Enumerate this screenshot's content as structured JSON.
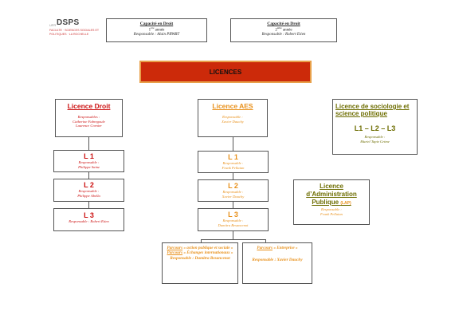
{
  "header": {
    "logo_prefix": "UFR",
    "logo_name": "DSPS",
    "logo_subtitle": "FACULTE · SCIENCES SOCIALES ET POLITIQUES · LA ROCHELLE"
  },
  "capacite_1": {
    "title": "Capacité en Droit",
    "year_num": "1",
    "year_sup": "ère",
    "year_word": "année",
    "resp": "Responsable : Alain PIPART"
  },
  "capacite_2": {
    "title": "Capacité en Droit",
    "year_num": "2",
    "year_sup": "ème",
    "year_word": "année",
    "resp": "Responsable : Robert Etien"
  },
  "banner": {
    "label": "LICENCES"
  },
  "droit": {
    "title": "Licence Droit",
    "resp_label": "Responsables :",
    "resp_1": "Catherine Fabregoule",
    "resp_2": "Laurence Cornier",
    "l1": {
      "label": "L 1",
      "resp_label": "Responsable :",
      "resp": "Philippe Sainz"
    },
    "l2": {
      "label": "L 2",
      "resp_label": "Responsable :",
      "resp": "Philippe Abella"
    },
    "l3": {
      "label": "L 3",
      "resp": "Responsable : Robert Etien"
    }
  },
  "aes": {
    "title": "Licence AES",
    "resp_label": "Responsable :",
    "resp_1": "Xavier Dauchy",
    "l1": {
      "label": "L 1",
      "resp_label": "Responsable :",
      "resp": "Frank Pellatan"
    },
    "l2": {
      "label": "L 2",
      "resp_label": "Responsable :",
      "resp": "Xavier Dauchy"
    },
    "l3": {
      "label": "L 3",
      "resp_label": "Responsable :",
      "resp": "Dumitra Besancenot"
    }
  },
  "parcours_1": {
    "p1_label": "Parcours",
    "p1_text": " « action publique et sociale »",
    "p2_label": "Parcours",
    "p2_text": " « Échanges internationaux »",
    "resp": "Responsable : Dumitra Besancenot"
  },
  "parcours_2": {
    "p_label": "Parcours",
    "p_text": " « Entreprise »",
    "resp": "Responsable : Xavier Dauchy"
  },
  "socio": {
    "title": "Licence de sociologie et science politique",
    "levels": "L1 – L2 – L3",
    "resp_label": "Responsable :",
    "resp": "Muriel Tapie Grime"
  },
  "lap": {
    "title": "Licence d’Administration Publique",
    "abbr": "(LAP)",
    "resp_label": "Responsable :",
    "resp": "Frank Pellatan"
  },
  "colors": {
    "red": "#cc1111",
    "orange": "#e8901a",
    "olive": "#6d6d00",
    "banner": "#cc2a0a",
    "banner_border": "#e8a04a"
  }
}
